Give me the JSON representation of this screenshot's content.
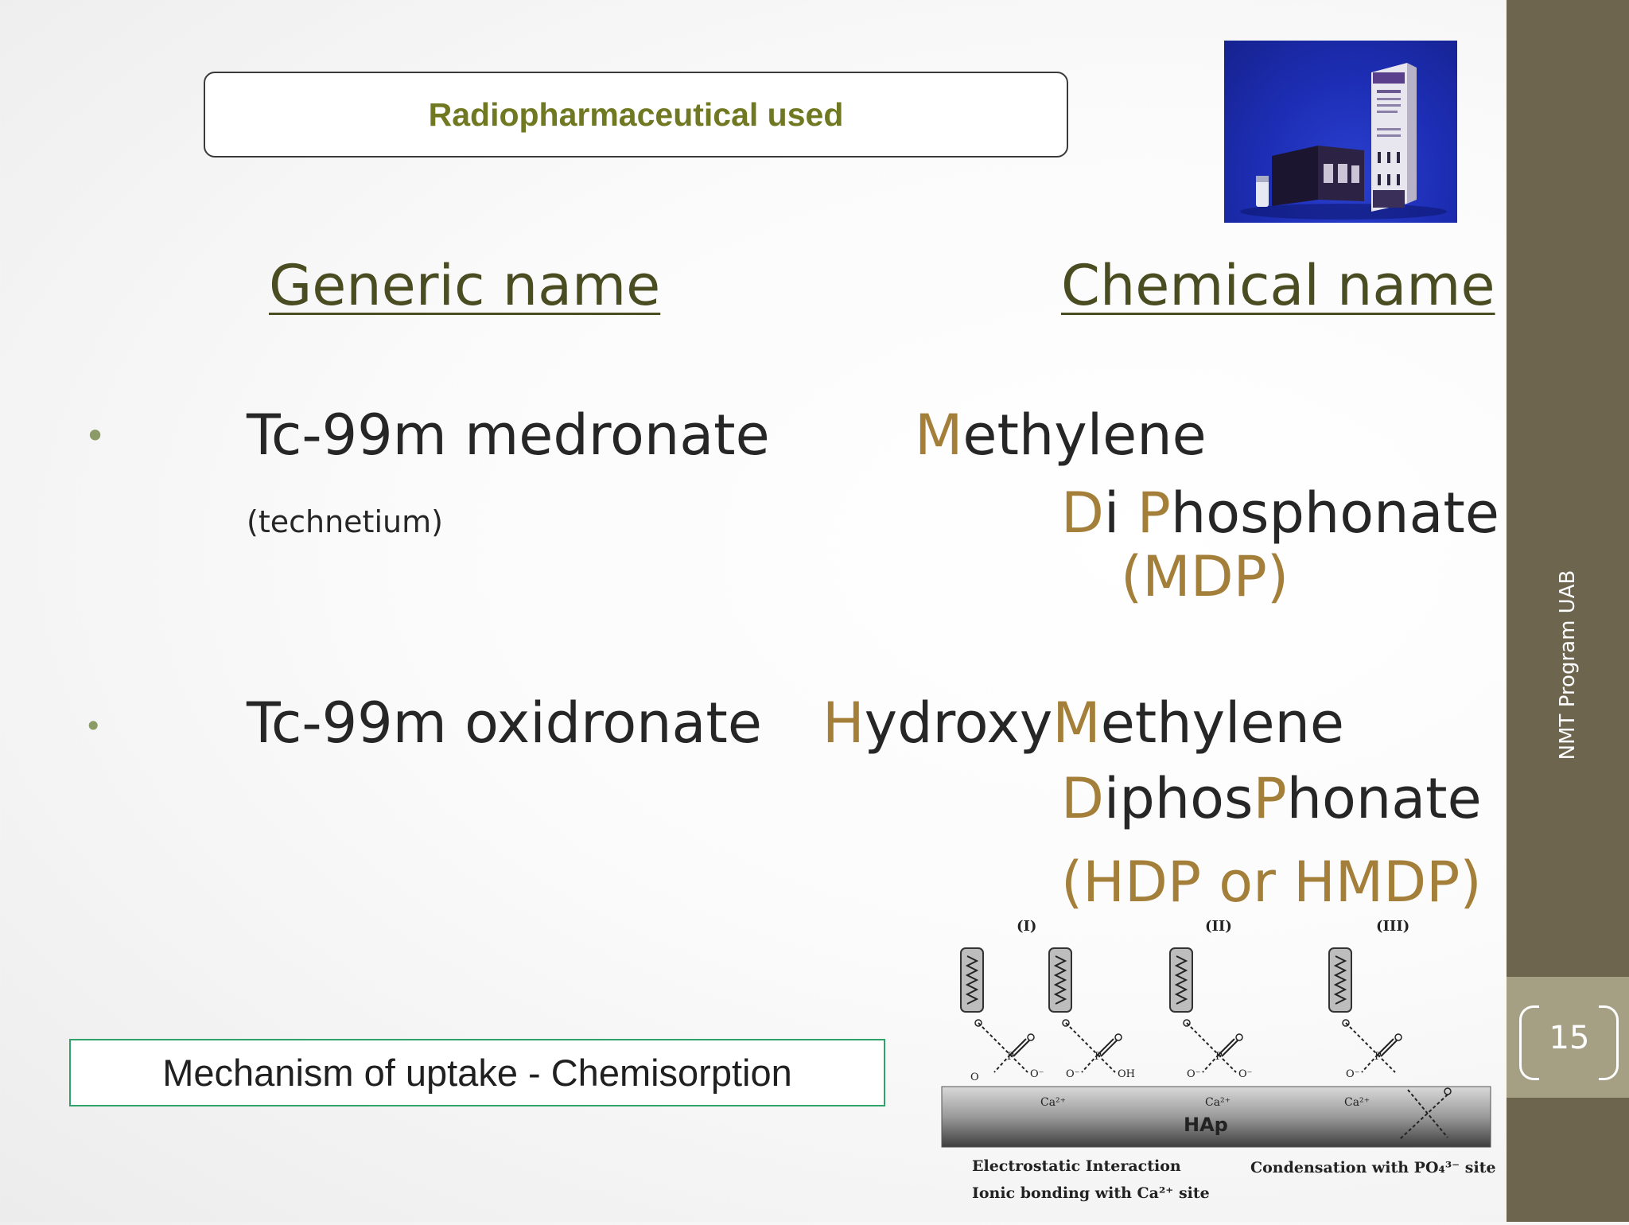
{
  "slide": {
    "title": "Radiopharmaceutical used",
    "side_label": "NMT Program UAB",
    "page_number": "15"
  },
  "headings": {
    "generic": "Generic name",
    "chemical": "Chemical name"
  },
  "items": [
    {
      "bullet": "•",
      "generic": "Tc-99m medronate",
      "generic_note": "(technetium)",
      "chem_line1": [
        {
          "t": "M",
          "hl": true
        },
        {
          "t": "ethylene",
          "hl": false
        }
      ],
      "chem_line2": [
        {
          "t": "D",
          "hl": true
        },
        {
          "t": "i ",
          "hl": false
        },
        {
          "t": "P",
          "hl": true
        },
        {
          "t": "hosphonate",
          "hl": false
        }
      ],
      "chem_abbr": "(MDP)"
    },
    {
      "bullet": "•",
      "generic": "Tc-99m oxidronate",
      "chem_line1": [
        {
          "t": "H",
          "hl": true
        },
        {
          "t": "ydroxy",
          "hl": false
        },
        {
          "t": "M",
          "hl": true
        },
        {
          "t": "ethylene",
          "hl": false
        }
      ],
      "chem_line2": [
        {
          "t": "D",
          "hl": true
        },
        {
          "t": "iphos",
          "hl": false
        },
        {
          "t": "P",
          "hl": true
        },
        {
          "t": "honate",
          "hl": false
        }
      ],
      "chem_abbr": "(HDP or HMDP)"
    }
  ],
  "mechanism": "Mechanism of uptake - Chemisorption",
  "diagram": {
    "labels": [
      "(I)",
      "(II)",
      "(III)"
    ],
    "surface": "HAp",
    "ca": "Ca²⁺",
    "caption_left_1": "Electrostatic Interaction",
    "caption_left_2": "Ionic bonding with Ca²⁺ site",
    "caption_right": "Condensation with PO₄³⁻ site"
  },
  "colors": {
    "sidebar": "#6e654f",
    "page_box": "#a59f84",
    "title_text": "#707822",
    "heading_text": "#4a4d22",
    "highlight": "#a47f3a",
    "mech_border": "#2fa36a"
  }
}
